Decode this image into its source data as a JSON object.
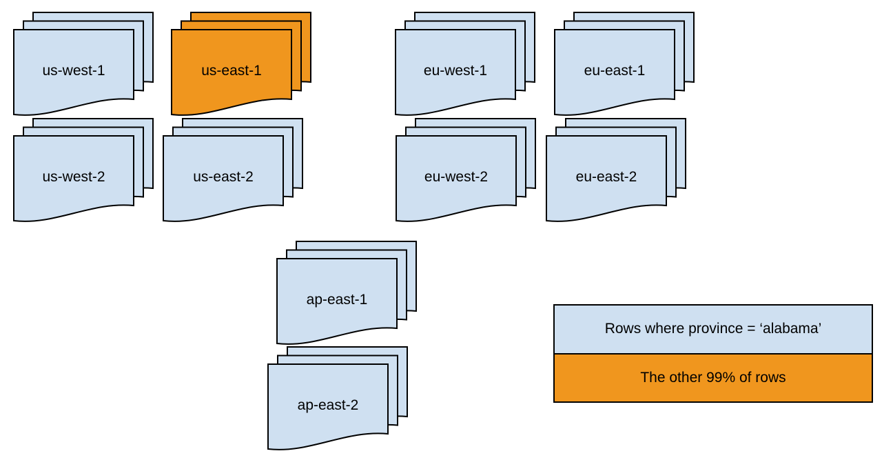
{
  "colors": {
    "page_blue": "#cfe0f1",
    "page_orange": "#f0961e",
    "stroke": "#000000",
    "canvas": "#ffffff",
    "text": "#000000"
  },
  "stacks": [
    {
      "label": "us-west-1",
      "highlighted": false
    },
    {
      "label": "us-east-1",
      "highlighted": true
    },
    {
      "label": "eu-west-1",
      "highlighted": false
    },
    {
      "label": "eu-east-1",
      "highlighted": false
    },
    {
      "label": "us-west-2",
      "highlighted": false
    },
    {
      "label": "us-east-2",
      "highlighted": false
    },
    {
      "label": "eu-west-2",
      "highlighted": false
    },
    {
      "label": "eu-east-2",
      "highlighted": false
    },
    {
      "label": "ap-east-1",
      "highlighted": false
    },
    {
      "label": "ap-east-2",
      "highlighted": false
    }
  ],
  "legend": {
    "items": [
      {
        "label": "Rows where province = ‘alabama’",
        "color": "#cfe0f1"
      },
      {
        "label": "The other 99% of rows",
        "color": "#f0961e"
      }
    ]
  }
}
